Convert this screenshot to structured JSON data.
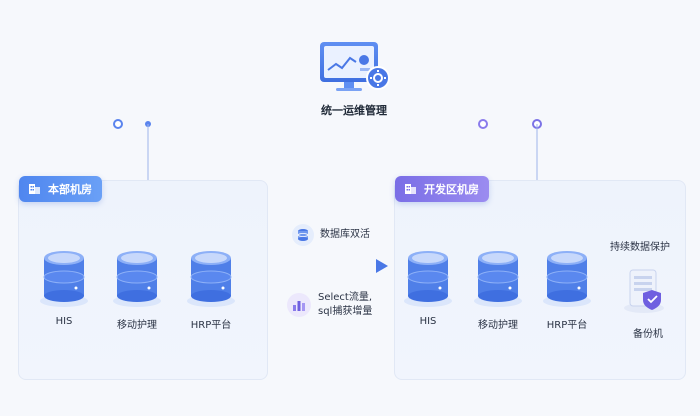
{
  "top": {
    "title": "统一运维管理"
  },
  "left_room": {
    "name": "本部机房",
    "nodes": [
      "HIS",
      "移动护理",
      "HRP平台"
    ]
  },
  "right_room": {
    "name": "开发区机房",
    "nodes": [
      "HIS",
      "移动护理",
      "HRP平台"
    ],
    "backup_label": "备份机",
    "protect_label": "持续数据保护"
  },
  "middle": {
    "sync_label": "数据库双活",
    "capture_line1": "Select流量,",
    "capture_line2": "sql捕获增量"
  },
  "colors": {
    "accent": "#4a78e6",
    "purple": "#8a7bec",
    "panel": "#eef3fc"
  }
}
